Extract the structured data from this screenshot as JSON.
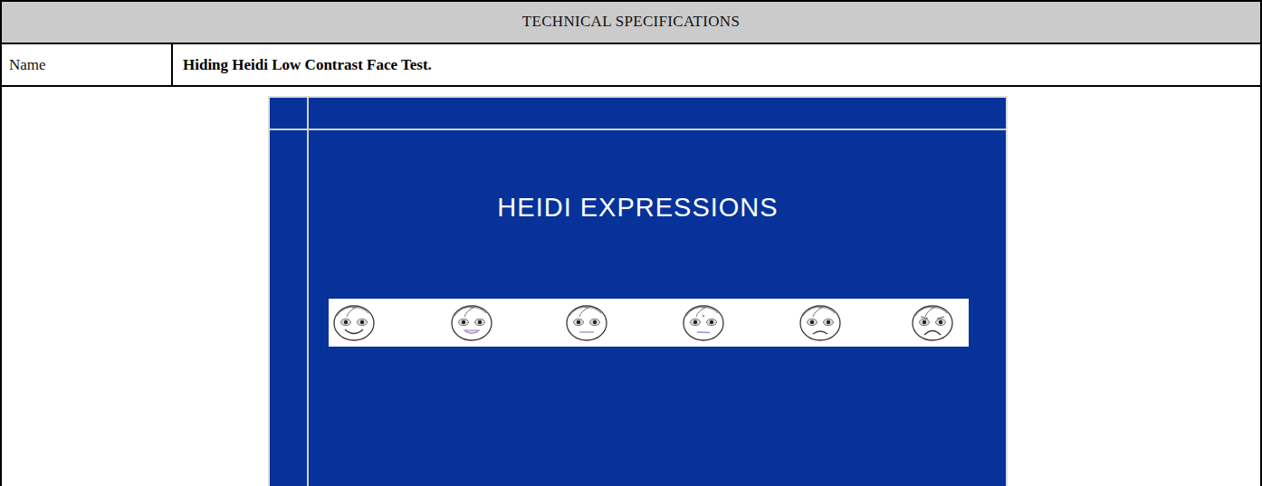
{
  "diagram": {
    "nodes": [
      {
        "text": [
          "TECHNICAL SPECIFICATIONS"
        ]
      },
      {
        "text": [
          "Name"
        ]
      },
      {
        "text": [
          "Hiding Heidi Low Contrast Face Test."
        ]
      },
      {
        "text": [
          "HEIDI EXPRESSIONS"
        ]
      }
    ]
  }
}
